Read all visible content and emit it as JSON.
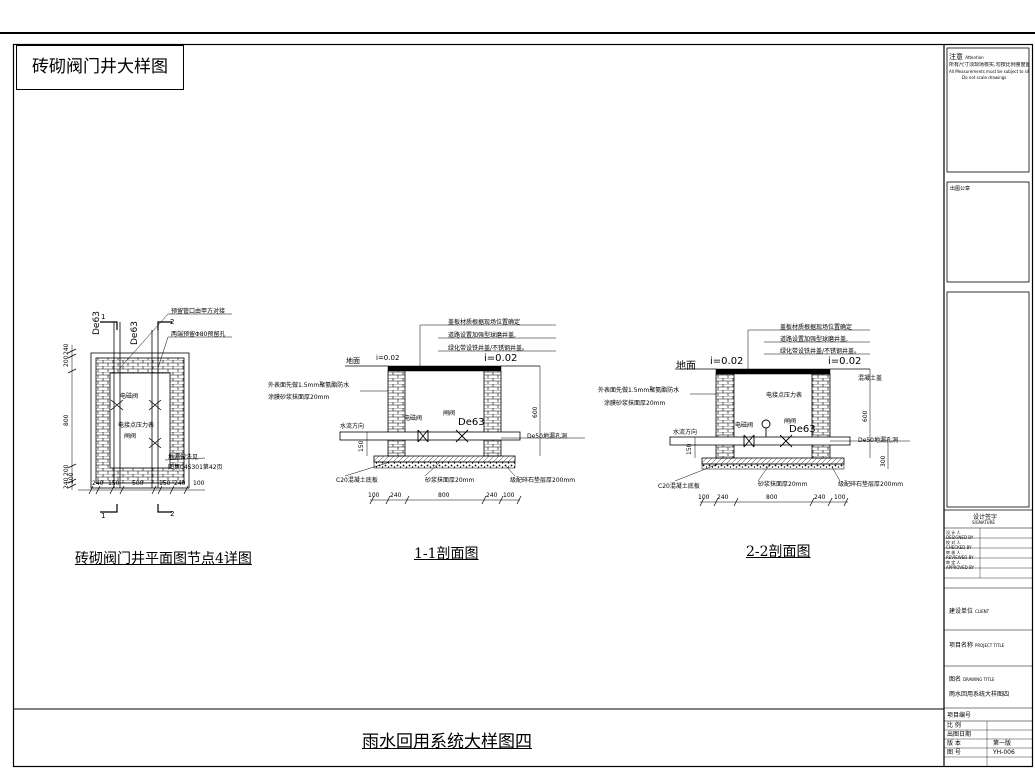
{
  "sheet": {
    "detail_title": "砖砌阀门井大样图",
    "main_title": "雨水回用系统大样图四"
  },
  "plan": {
    "caption": "砖砌阀门井平面图节点4详图",
    "section_1": "1",
    "section_2": "2",
    "pipe_a": "De63",
    "pipe_b": "De63",
    "note_1": "预留管口由甲方对接",
    "note_2": "两端预留Φ80预留孔",
    "note_3": "地漏做法见",
    "note_4": "图集04S301第42页",
    "valve_1": "电磁阀",
    "valve_2": "电接点压力表",
    "valve_3": "闸阀",
    "dim_v": [
      "240",
      "200",
      "800",
      "200",
      "240"
    ],
    "dim_h": [
      "100",
      "240",
      "150",
      "500",
      "150",
      "240",
      "100"
    ]
  },
  "sec1": {
    "caption": "1-1剖面图",
    "lid_note_1": "盖板材质根据现场位置确定",
    "lid_note_2": "道路设置加强型球磨井盖,",
    "lid_note_3": "绿化带设铁井盖/不锈钢井盖。",
    "ground": "地面",
    "slope_l": "i=0.02",
    "slope_r": "i=0.02",
    "wall_note_1": "外表面先做1.5mm聚氨酯防水",
    "wall_note_2": "涂膜砂浆抹面厚20mm",
    "flow": "水流方向",
    "valve_1": "电磁阀",
    "valve_2": "闸阀",
    "pipe": "De63",
    "hole": "De50地漏孔洞",
    "base": "C20混凝土底板",
    "plaster": "砂浆抹面厚20mm",
    "gravel": "级配碎石垫层厚200mm",
    "h1": "150",
    "h2": "600",
    "dims": [
      "100",
      "240",
      "800",
      "240",
      "100"
    ]
  },
  "sec2": {
    "caption": "2-2剖面图",
    "lid_note_1": "盖板材质根据现场位置确定",
    "lid_note_2": "道路设置加强型球磨井盖,",
    "lid_note_3": "绿化带设铁井盖/不锈钢井盖。",
    "ground": "地面",
    "slope_l": "i=0.02",
    "slope_r": "i=0.02",
    "cover": "混凝土盖",
    "wall_note_1": "外表面先做1.5mm聚氨酯防水",
    "wall_note_2": "涂膜砂浆抹面厚20mm",
    "gauge": "电接点压力表",
    "flow": "水流方向",
    "valve_1": "电磁阀",
    "valve_2": "闸阀",
    "pipe": "De63",
    "hole": "De50地漏孔洞",
    "base": "C20混凝土底板",
    "plaster": "砂浆抹面厚20mm",
    "gravel": "级配碎石垫层厚200mm",
    "h1": "150",
    "h2": "600",
    "h3": "300",
    "dims": [
      "100",
      "240",
      "800",
      "240",
      "100"
    ]
  },
  "titleblock": {
    "attention_cn": "注意",
    "attention_en": "Attention",
    "attention_text": "所有尺寸须现场核实,勿按比例量度图纸",
    "attention_en_1": "All Measurements must be subject to site verification",
    "attention_en_2": "Do not scale drawings",
    "stamp": "出图公章",
    "sign_cn": "设计签字",
    "sign_en": "SIGNATURE",
    "roles": [
      {
        "cn": "设 计 人",
        "en": "DESIGNED BY"
      },
      {
        "cn": "校 对 人",
        "en": "CHECKED BY"
      },
      {
        "cn": "审 核 人",
        "en": "REVIEWED BY"
      },
      {
        "cn": "审 定 人",
        "en": "APPROVED BY"
      }
    ],
    "client_cn": "建设单位",
    "client_en": "CLIENT",
    "project_cn": "项目名称",
    "project_en": "PROJECT TITLE",
    "drawing_cn": "图名",
    "drawing_en": "DRAWING TITLE",
    "drawing_title": "雨水回用系统大样图四",
    "rows": [
      {
        "label": "项目编号",
        "value": ""
      },
      {
        "label": "比  例",
        "value": ""
      },
      {
        "label": "出图日期",
        "value": ""
      },
      {
        "label": "版  本",
        "value": "第一版"
      },
      {
        "label": "图  号",
        "value": "YH-006"
      }
    ]
  }
}
